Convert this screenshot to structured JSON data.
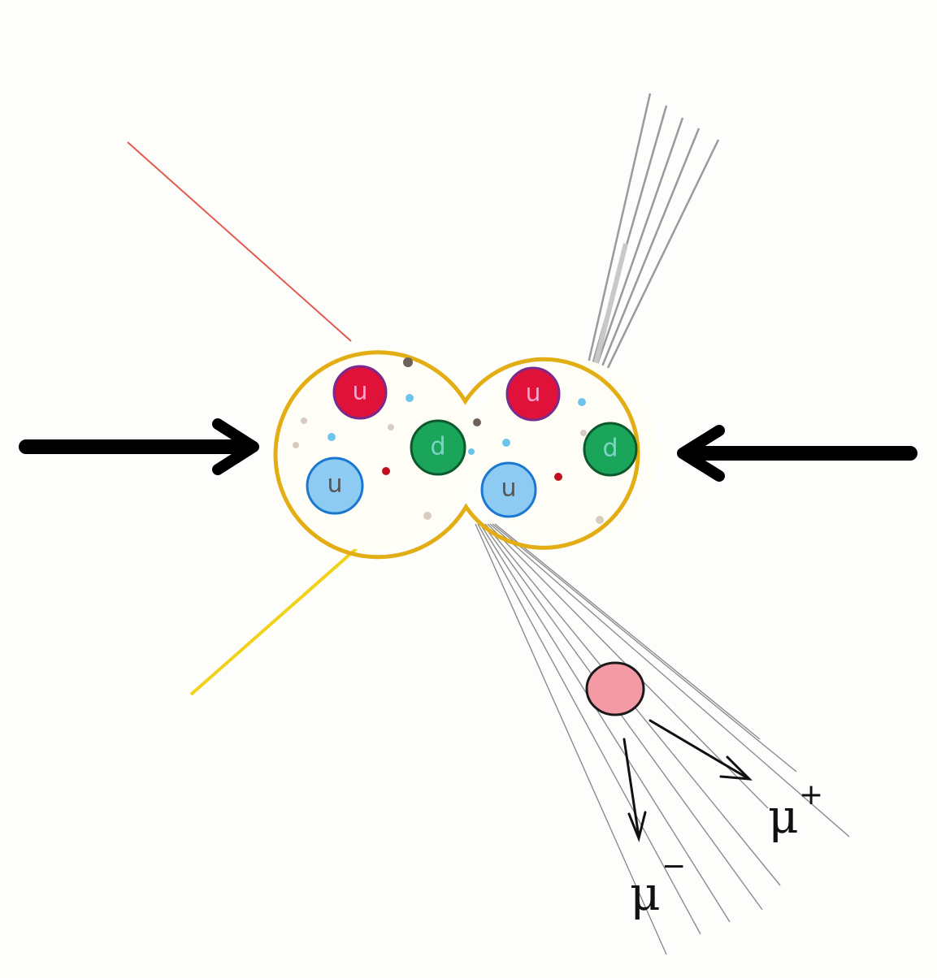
{
  "colors": {
    "proton_outline": "#e3ad14",
    "up_quark_red": "#e0123a",
    "up_quark_red_ring": "#7a2a8c",
    "up_quark_blue": "#8ecbf3",
    "up_quark_blue_ring": "#1b78d0",
    "down_quark_green": "#1aa55a",
    "down_quark_green_ring": "#0c5a2c",
    "jet_lines": "#8c8c8c",
    "resonance": "#f49aa5",
    "incoming_arrow": "#000000",
    "red_track": "#e35a4c",
    "yellow_track": "#f1d21a"
  },
  "icons": {
    "incoming_left": "right-arrow",
    "incoming_right": "left-arrow"
  },
  "protons": {
    "left": {
      "quarks": [
        {
          "label": "u",
          "color": "red"
        },
        {
          "label": "d",
          "color": "green"
        },
        {
          "label": "u",
          "color": "blue"
        }
      ]
    },
    "right": {
      "quarks": [
        {
          "label": "u",
          "color": "red"
        },
        {
          "label": "d",
          "color": "green"
        },
        {
          "label": "u",
          "color": "blue"
        }
      ]
    }
  },
  "muons": {
    "minus": {
      "symbol": "μ",
      "sign": "−"
    },
    "plus": {
      "symbol": "μ",
      "sign": "+"
    }
  }
}
